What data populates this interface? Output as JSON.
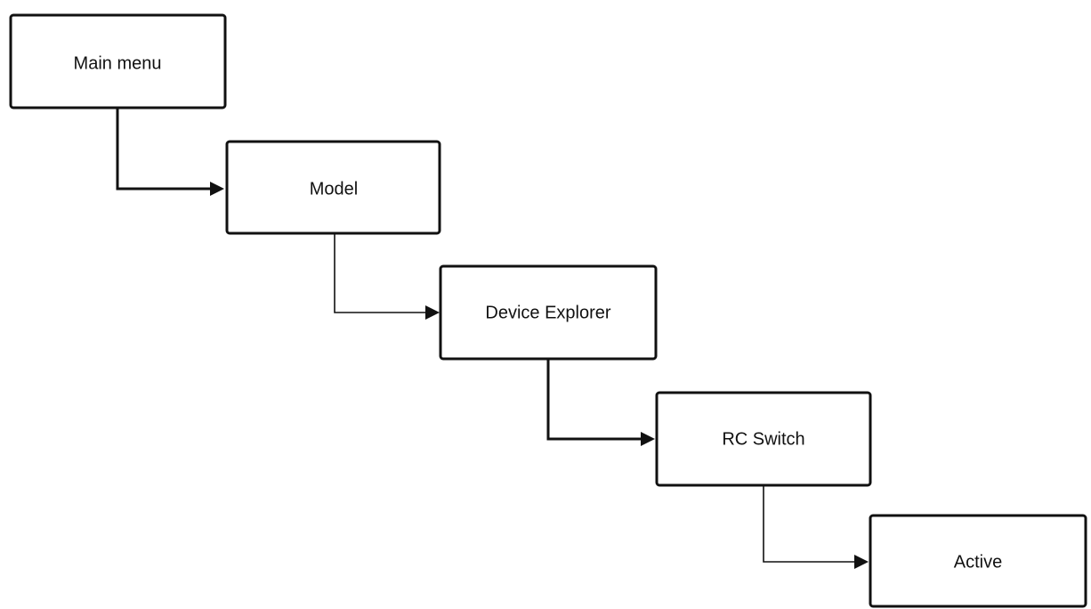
{
  "diagram": {
    "type": "menu-navigation-flow",
    "colors": {
      "line": "#111111",
      "box_fill": "#ffffff",
      "background": "#ffffff"
    },
    "nodes": [
      {
        "id": "main-menu",
        "label": "Main menu"
      },
      {
        "id": "model",
        "label": "Model"
      },
      {
        "id": "device-explorer",
        "label": "Device Explorer"
      },
      {
        "id": "rc-switch",
        "label": "RC Switch"
      },
      {
        "id": "active",
        "label": "Active"
      }
    ],
    "edges": [
      {
        "from": "main-menu",
        "to": "model"
      },
      {
        "from": "model",
        "to": "device-explorer"
      },
      {
        "from": "device-explorer",
        "to": "rc-switch"
      },
      {
        "from": "rc-switch",
        "to": "active"
      }
    ]
  }
}
